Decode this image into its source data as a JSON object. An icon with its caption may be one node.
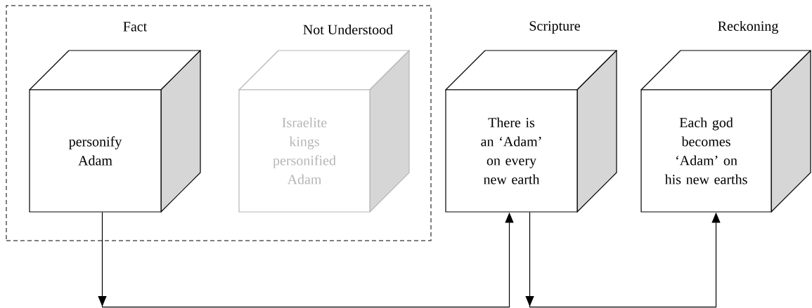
{
  "diagram": {
    "nodes": [
      {
        "text": [],
        "shape": "box"
      },
      {
        "text": [
          "Fact",
          "personify Adam"
        ],
        "in": 0
      },
      {
        "text": [
          "Not Understood",
          "Israelite kings personified Adam"
        ],
        "in": 0
      },
      {
        "text": [
          "Scripture",
          "There is an ‘Adam’ on every new earth"
        ]
      },
      {
        "text": [
          "Reckoning",
          "Each god becomes ‘Adam’ on his new earths"
        ]
      }
    ],
    "edges": [
      {
        "from": 1,
        "to": 3,
        "arrow": "to"
      },
      {
        "from": 3,
        "to": 4,
        "arrow": "to"
      }
    ]
  }
}
